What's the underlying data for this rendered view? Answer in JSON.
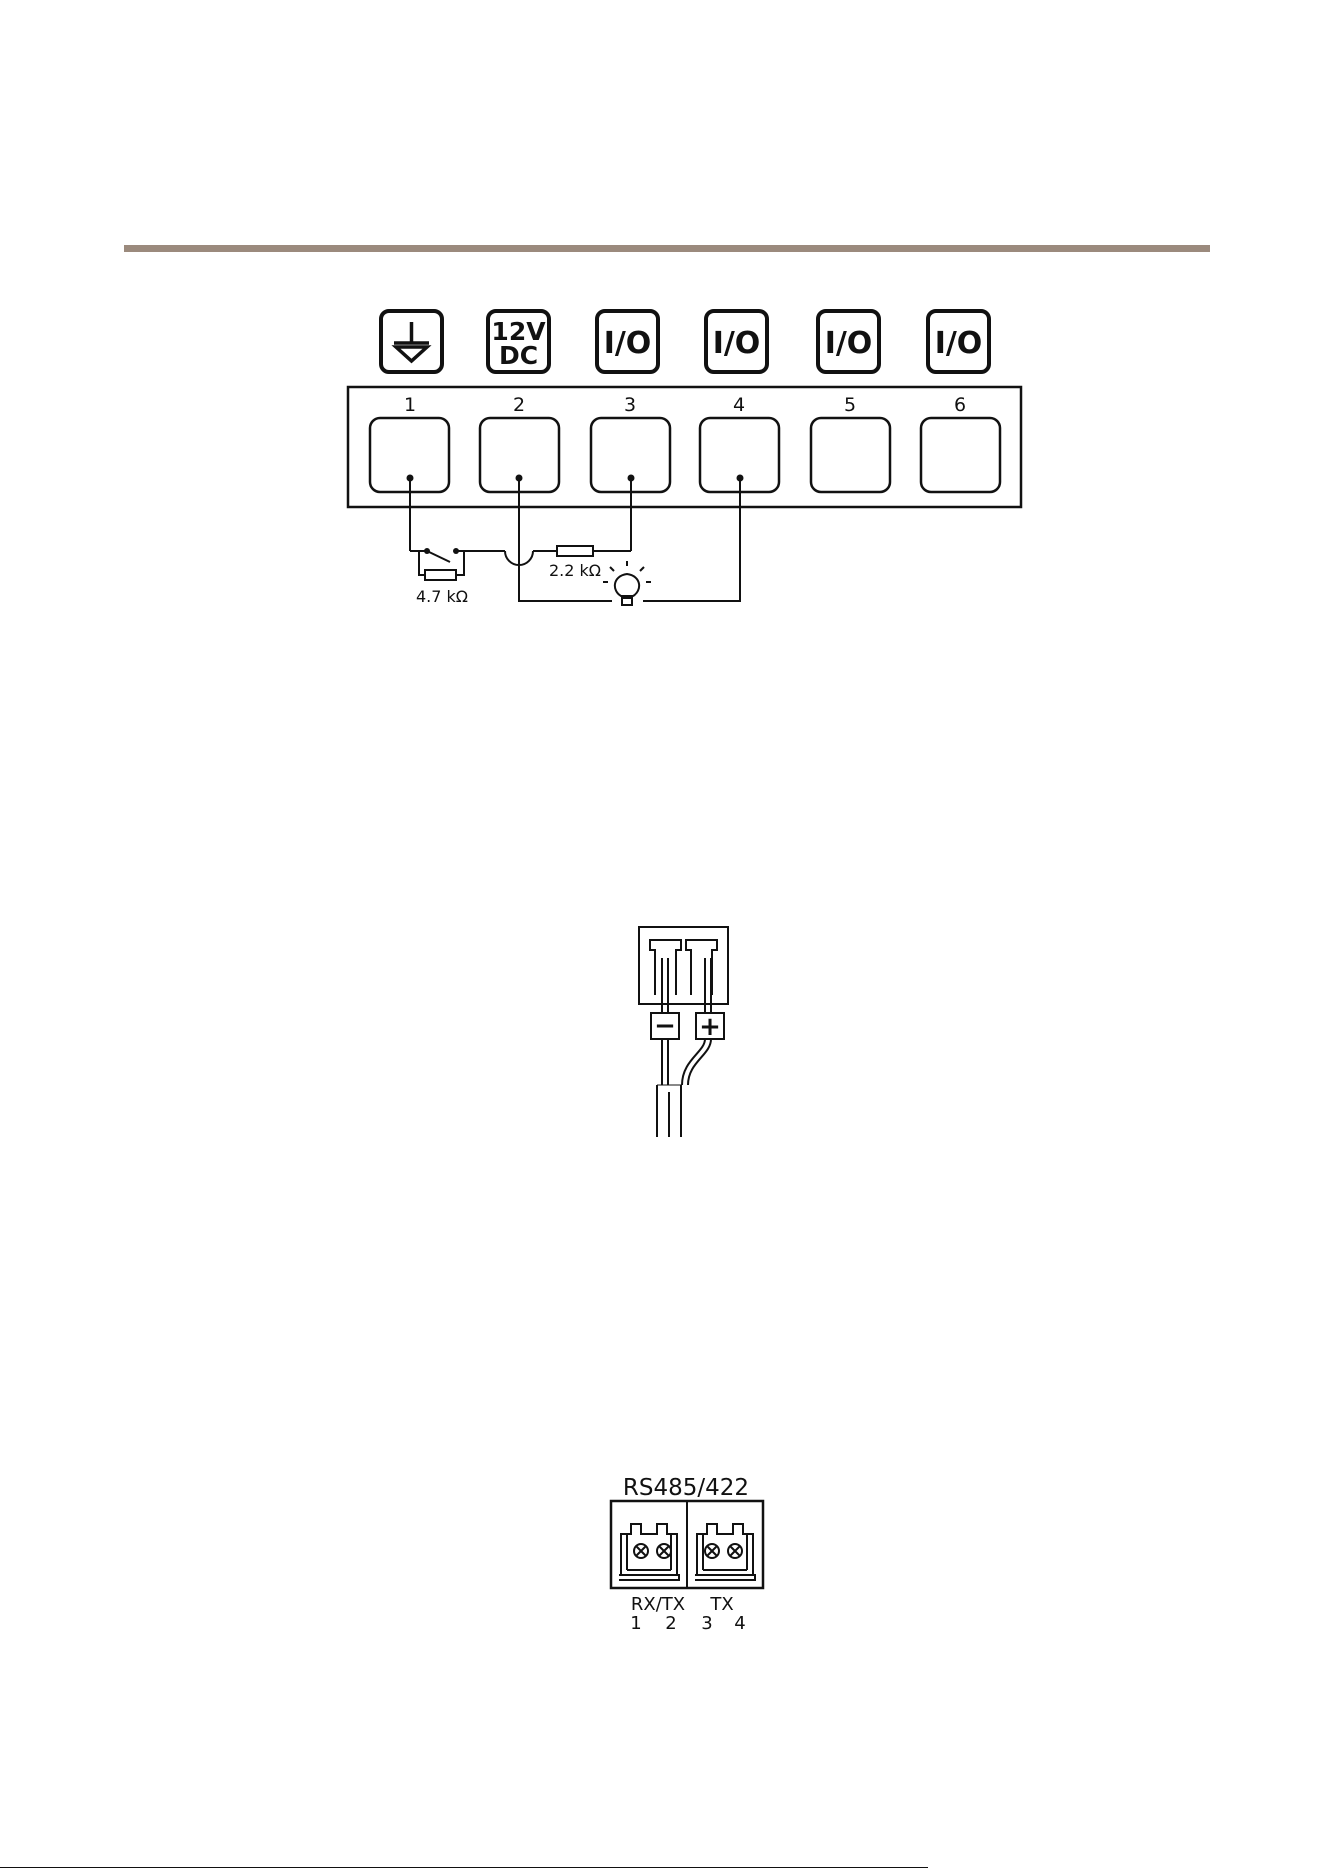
{
  "io_connector": {
    "symbols": [
      {
        "kind": "ground-icon",
        "label": ""
      },
      {
        "kind": "text",
        "label_line1": "12V",
        "label_line2": "DC"
      },
      {
        "kind": "text",
        "label": "I/O"
      },
      {
        "kind": "text",
        "label": "I/O"
      },
      {
        "kind": "text",
        "label": "I/O"
      },
      {
        "kind": "text",
        "label": "I/O"
      }
    ],
    "pins": [
      "1",
      "2",
      "3",
      "4",
      "5",
      "6"
    ],
    "resistor_a": "4.7 kΩ",
    "resistor_b": "2.2 kΩ",
    "lamp_icon": "light-bulb-icon"
  },
  "power_connector": {
    "minus": "−",
    "plus": "+"
  },
  "rs485_connector": {
    "title": "RS485/422",
    "group_left": "RX/TX",
    "group_right": "TX",
    "pins": [
      "1",
      "2",
      "3",
      "4"
    ]
  }
}
